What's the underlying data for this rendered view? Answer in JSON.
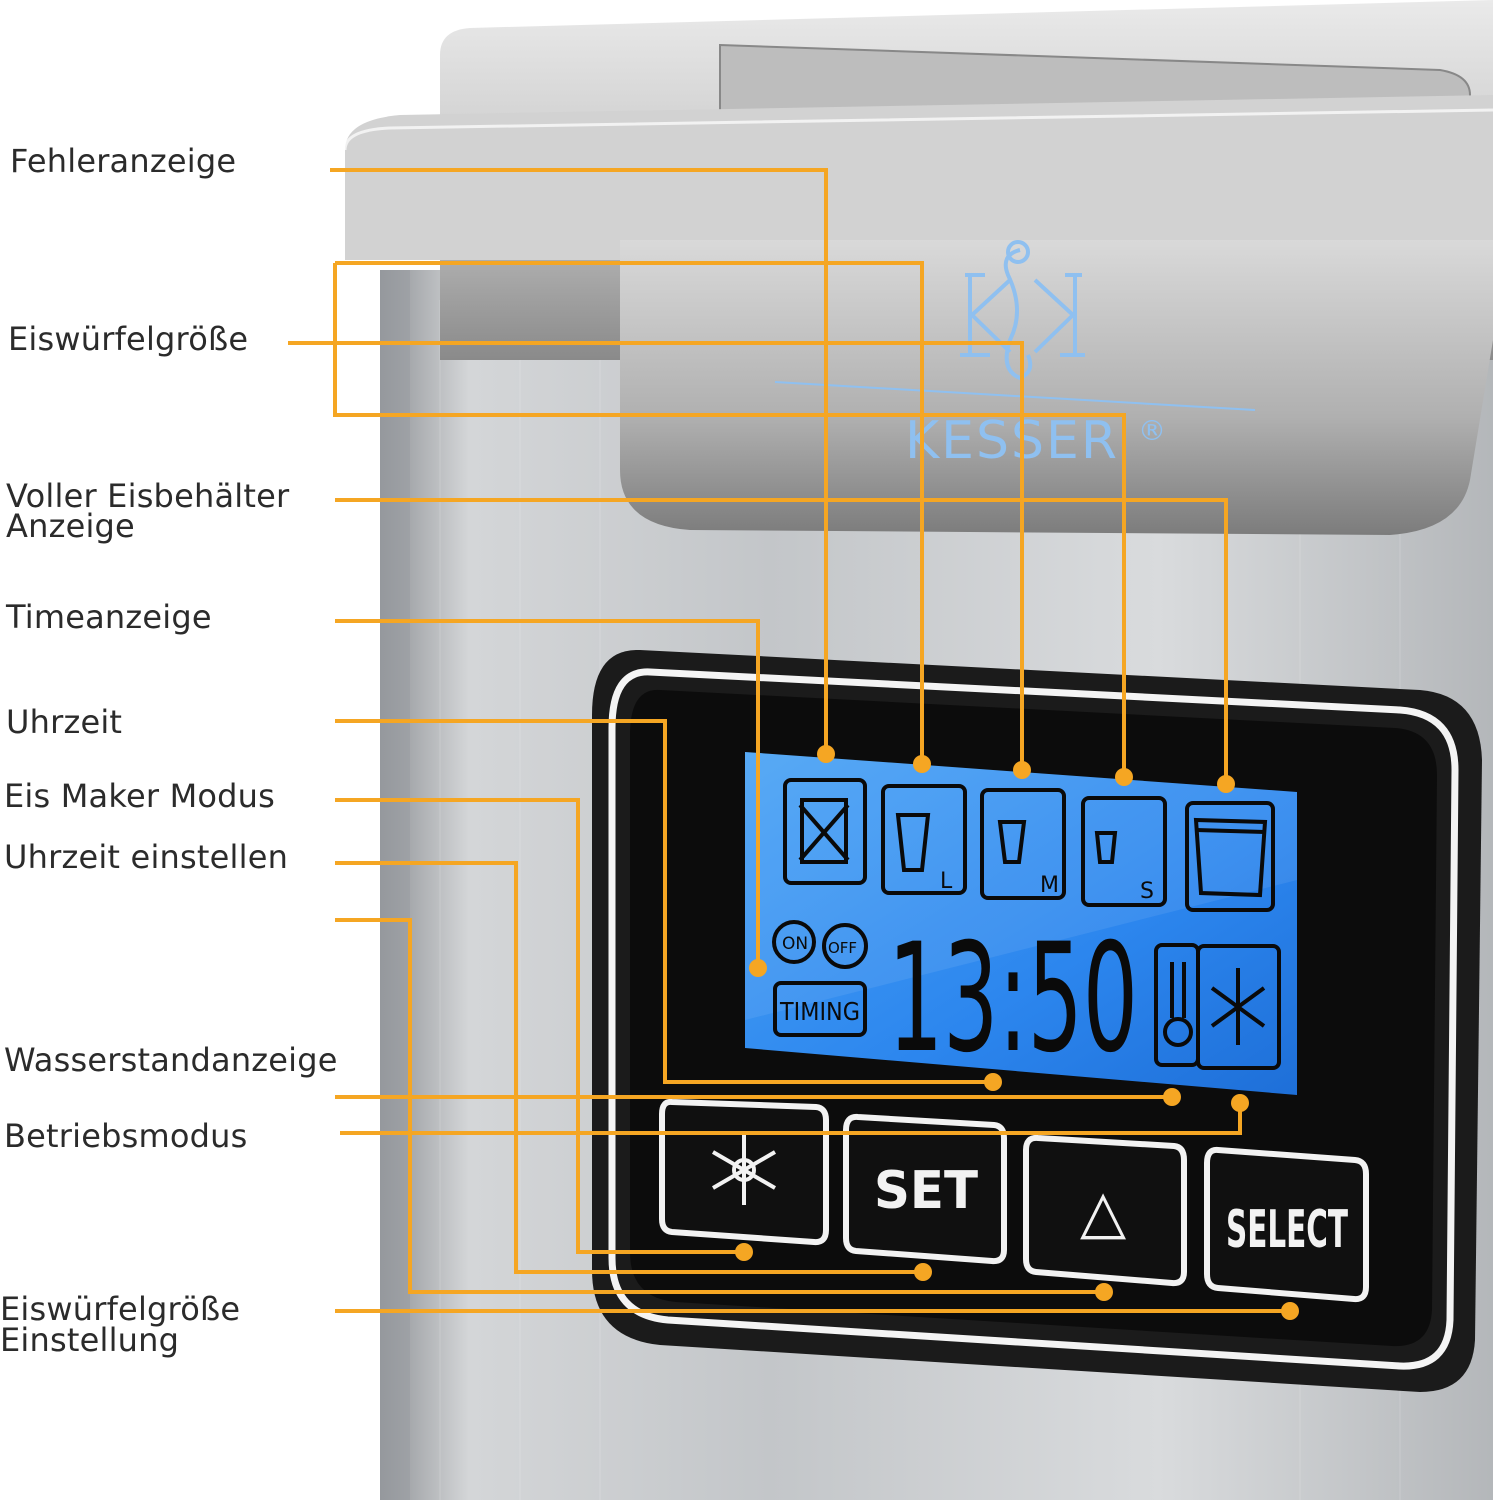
{
  "brand": {
    "monogram": "K K",
    "name": "KESSER",
    "registered": "®"
  },
  "labels": {
    "fehleranzeige": "Fehleranzeige",
    "eiswuerfelgroesse": "Eiswürfelgröße",
    "voller_line1": "Voller Eisbehälter",
    "voller_line2": "Anzeige",
    "timeanzeige": "Timeanzeige",
    "uhrzeit": "Uhrzeit",
    "eis_maker_modus": "Eis Maker Modus",
    "uhrzeit_einstellen": "Uhrzeit einstellen",
    "wasserstandanzeige": "Wasserstandanzeige",
    "betriebsmodus": "Betriebsmodus",
    "groesse_einstellung_line1": "Eiswürfelgröße",
    "groesse_einstellung_line2": "Einstellung"
  },
  "display": {
    "time": "13:50",
    "size_large": "L",
    "size_medium": "M",
    "size_small": "S",
    "timer_on": "ON",
    "timer_off": "OFF",
    "timing": "TIMING"
  },
  "buttons": {
    "set": "SET",
    "up": "△",
    "select": "SELECT"
  },
  "colors": {
    "leader": "#F5A623",
    "lcd": "#2F8DF0",
    "panel": "#111111",
    "steel": "#B8BBBE"
  }
}
